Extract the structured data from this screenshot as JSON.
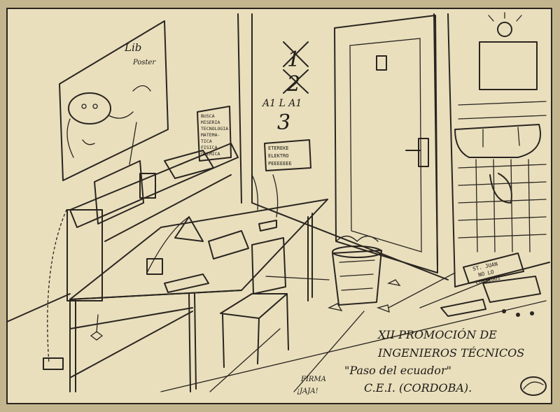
{
  "paper_color": "#e9dfbd",
  "ink_color": "#2a2520",
  "poster": {
    "title": "Lib",
    "subtitle": "Poster"
  },
  "wall_numbers": {
    "first": "1",
    "second": "2",
    "letters": "A1 L A1",
    "third": "3"
  },
  "desk_note": {
    "lines": [
      "BUSCA",
      "MISERIA",
      "TECNOLOGIA",
      "MATEMA-",
      "TICA",
      "FISICA",
      "QUIMICA"
    ]
  },
  "shelf_note": {
    "lines": [
      "ETEREKE",
      "ELEKTRO",
      "PEEEEEEE"
    ]
  },
  "floor_sign": {
    "lines": [
      "ST. JUAN",
      "NO LO",
      "CONSEGUI"
    ]
  },
  "signature_note": {
    "lines": [
      "FIRMA",
      "¡JAJA!"
    ]
  },
  "caption": {
    "line1": "XII PROMOCIÓN DE",
    "line2": "INGENIEROS TÉCNICOS",
    "line3": "\"Paso del ecuador\"",
    "line4": "C.E.I. (CORDOBA)."
  }
}
